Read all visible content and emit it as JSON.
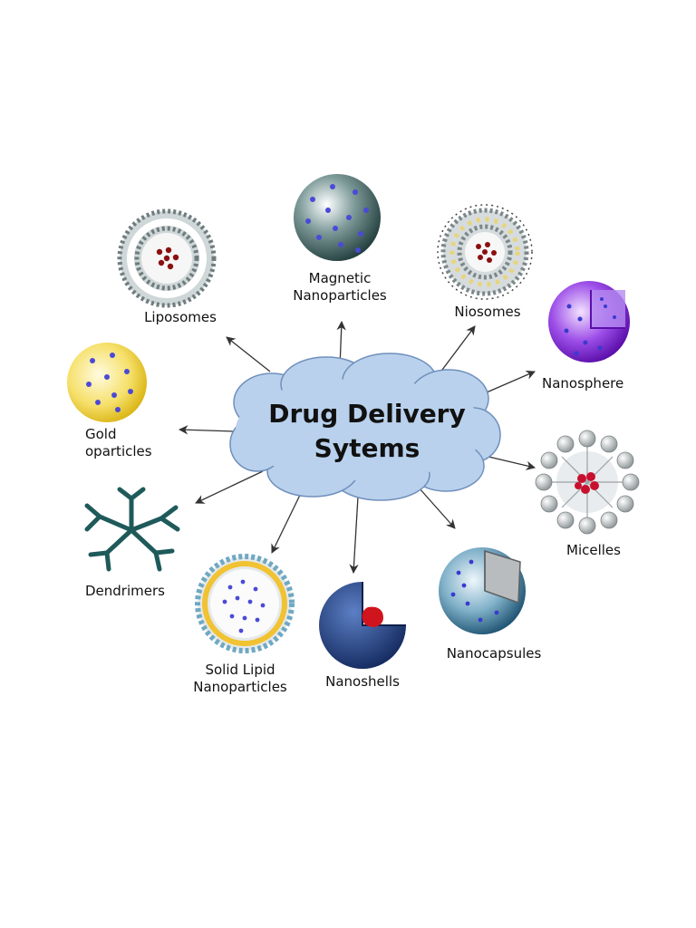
{
  "center": {
    "line1": "Drug Delivery",
    "line2": "Sytems"
  },
  "nodes": {
    "magnetic": {
      "line1": "Magnetic",
      "line2": "Nanoparticles",
      "icon": "magnetic-nanoparticle-icon"
    },
    "liposomes": {
      "line1": "Liposomes",
      "icon": "liposome-icon"
    },
    "niosomes": {
      "line1": "Niosomes",
      "icon": "niosome-icon"
    },
    "nanospheres": {
      "line1": "Nanosphere",
      "icon": "nanosphere-icon"
    },
    "gold": {
      "line1": "Gold",
      "line2": "oparticles",
      "icon": "gold-nanoparticle-icon"
    },
    "micelles": {
      "line1": "Micelles",
      "icon": "micelle-icon"
    },
    "dendrimers": {
      "line1": "Dendrimers",
      "icon": "dendrimer-icon"
    },
    "nanocapsules": {
      "line1": "Nanocapsules",
      "icon": "nanocapsule-icon"
    },
    "solid_lipid": {
      "line1": "Solid Lipid",
      "line2": "Nanoparticles",
      "icon": "solid-lipid-nanoparticle-icon"
    },
    "nanoshells": {
      "line1": "Nanoshells",
      "icon": "nanoshell-icon"
    }
  },
  "colors": {
    "cloud_fill": "#b9d1ec",
    "cloud_stroke": "#6f8fbd",
    "arrow": "#333333",
    "magnetic": "#1f3b3a",
    "gold": "#f3d22a",
    "nanosphere": "#7a1fd0",
    "nanoshell": "#1a3a7a",
    "nanocapsule": "#2d6e8e",
    "dendrimer": "#1f5a5a",
    "drug_red": "#c8102e",
    "drug_blue": "#4a4ad6"
  }
}
